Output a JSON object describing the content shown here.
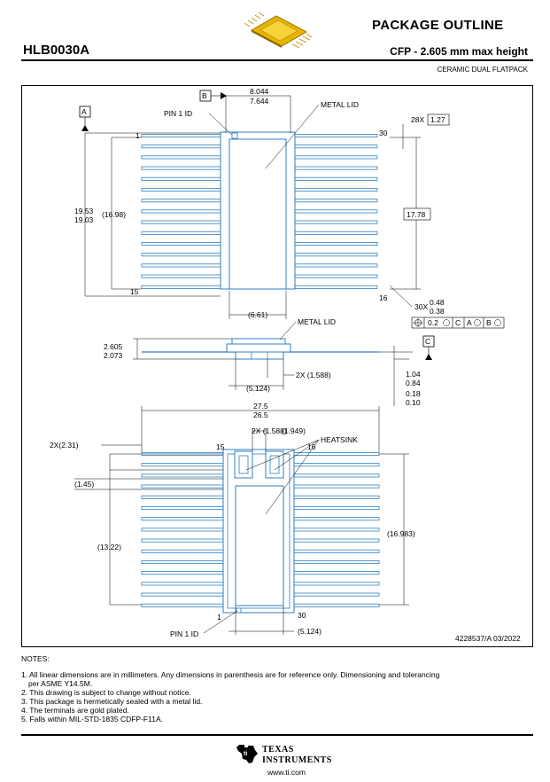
{
  "header": {
    "title": "PACKAGE OUTLINE",
    "code": "HLB0030A",
    "subtitle": "CFP - 2.605 mm max height",
    "package_type": "CERAMIC DUAL FLATPACK"
  },
  "drawing": {
    "datum_a": "A",
    "datum_b": "B",
    "datum_c": "C",
    "pin1_id_top": "PIN 1 ID",
    "pin1_id_bottom": "PIN 1 ID",
    "metal_lid_top": "METAL LID",
    "metal_lid_side": "METAL LID",
    "heatsink": "HEATSINK",
    "width_max": "8.044",
    "width_min": "7.644",
    "pitch_count": "28X",
    "pitch_value": "1.27",
    "span_17_78": "17.78",
    "length_max": "19.53",
    "length_min": "19.03",
    "length_ref": "(16.98)",
    "lid_width_ref": "(6.61)",
    "lead_count": "30X",
    "lead_w_max": "0.48",
    "lead_w_min": "0.38",
    "fcf": [
      "0.2",
      "C",
      "A",
      "B"
    ],
    "height_max": "2.605",
    "height_min": "2.073",
    "stand_max": "1.04",
    "stand_min": "0.84",
    "thick_max": "0.18",
    "thick_min": "0.10",
    "side_ref1": "2X (1.588)",
    "side_ref2": "(5.124)",
    "overall_max": "27.5",
    "overall_min": "26.5",
    "bot_ref1": "2X (1.588)",
    "bot_ref2": "(1.949)",
    "bot_ref3": "2X(2.31)",
    "bot_ref4": "(1.45)",
    "bot_ref5": "(13.22)",
    "bot_ref6": "(16.983)",
    "bot_ref7": "(5.124)",
    "pin_1": "1",
    "pin_15": "15",
    "pin_16": "16",
    "pin_30": "30",
    "doc_id": "4228537/A   03/2022"
  },
  "notes": {
    "title": "NOTES:",
    "items": [
      "1. All linear dimensions are in millimeters. Any dimensions in parenthesis are for reference only. Dimensioning and tolerancing",
      "per ASME Y14.5M.",
      "2. This drawing is subject to change without notice.",
      "3. This package is hermetically sealed with a metal lid.",
      "4. The terminals are gold plated.",
      "5. Falls within MIL-STD-1835 CDFP-F11A."
    ]
  },
  "footer": {
    "brand_line1": "TEXAS",
    "brand_line2": "INSTRUMENTS",
    "url": "www.ti.com"
  },
  "colors": {
    "drawing_blue": "#2f7fc1",
    "ink": "#000000",
    "gold": "#e8b400"
  }
}
